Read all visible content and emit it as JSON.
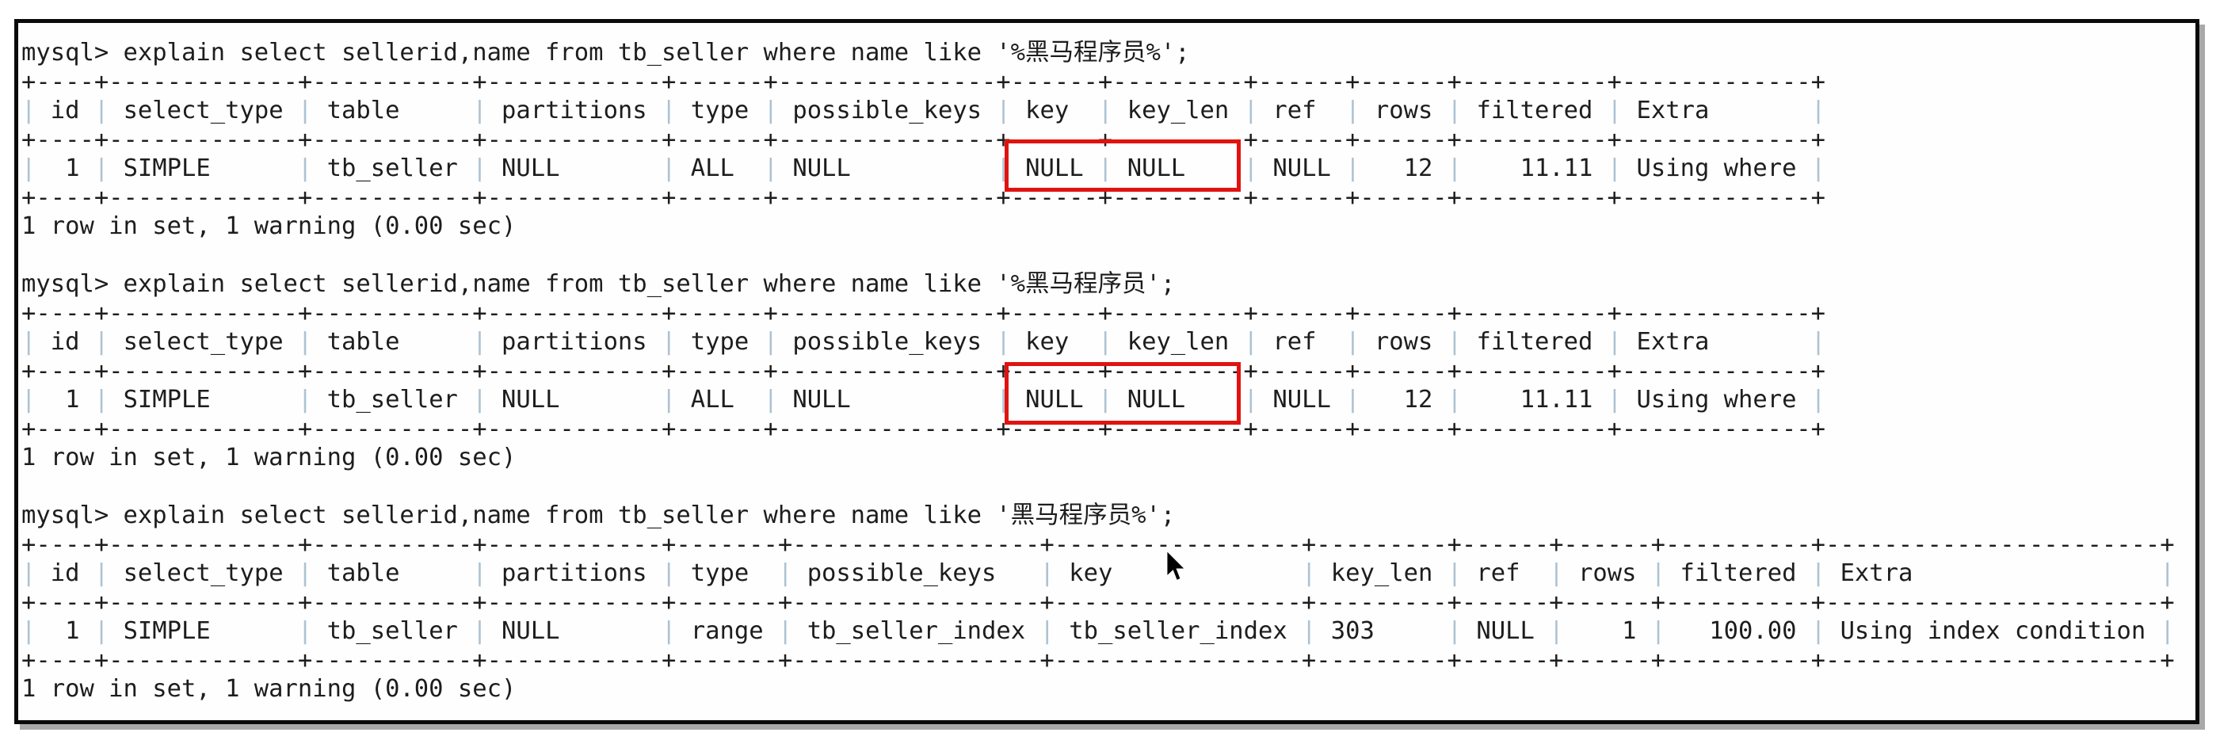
{
  "terminal": {
    "colors": {
      "text": "#1d1d1d",
      "pipe": "#aec2d2",
      "highlight": "#e01310",
      "frame_border": "#0a0a0a",
      "frame_shadow": "#a9a9a9"
    },
    "prompt": "mysql>",
    "blocks": [
      {
        "command": "mysql> explain select sellerid,name from tb_seller where name like '%黑马程序员%';",
        "result_summary": "1 row in set, 1 warning (0.00 sec)",
        "columns": [
          "id",
          "select_type",
          "table",
          "partitions",
          "type",
          "possible_keys",
          "key",
          "key_len",
          "ref",
          "rows",
          "filtered",
          "Extra"
        ],
        "row": [
          "1",
          "SIMPLE",
          "tb_seller",
          "NULL",
          "ALL",
          "NULL",
          "NULL",
          "NULL",
          "NULL",
          "12",
          "11.11",
          "Using where"
        ],
        "highlighted_cells": [
          "key",
          "key_len"
        ],
        "lines": [
          "+----+-------------+-----------+------------+------+---------------+------+---------+------+------+----------+-------------+",
          "| id | select_type | table     | partitions | type | possible_keys | key  | key_len | ref  | rows | filtered | Extra       |",
          "+----+-------------+-----------+------------+------+---------------+------+---------+------+------+----------+-------------+",
          "|  1 | SIMPLE      | tb_seller | NULL       | ALL  | NULL          | NULL | NULL    | NULL |   12 |    11.11 | Using where |",
          "+----+-------------+-----------+------------+------+---------------+------+---------+------+------+----------+-------------+"
        ]
      },
      {
        "command": "mysql> explain select sellerid,name from tb_seller where name like '%黑马程序员';",
        "result_summary": "1 row in set, 1 warning (0.00 sec)",
        "columns": [
          "id",
          "select_type",
          "table",
          "partitions",
          "type",
          "possible_keys",
          "key",
          "key_len",
          "ref",
          "rows",
          "filtered",
          "Extra"
        ],
        "row": [
          "1",
          "SIMPLE",
          "tb_seller",
          "NULL",
          "ALL",
          "NULL",
          "NULL",
          "NULL",
          "NULL",
          "12",
          "11.11",
          "Using where"
        ],
        "highlighted_cells": [
          "key",
          "key_len"
        ],
        "lines": [
          "+----+-------------+-----------+------------+------+---------------+------+---------+------+------+----------+-------------+",
          "| id | select_type | table     | partitions | type | possible_keys | key  | key_len | ref  | rows | filtered | Extra       |",
          "+----+-------------+-----------+------------+------+---------------+------+---------+------+------+----------+-------------+",
          "|  1 | SIMPLE      | tb_seller | NULL       | ALL  | NULL          | NULL | NULL    | NULL |   12 |    11.11 | Using where |",
          "+----+-------------+-----------+------------+------+---------------+------+---------+------+------+----------+-------------+"
        ]
      },
      {
        "command": "mysql> explain select sellerid,name from tb_seller where name like '黑马程序员%';",
        "result_summary": "1 row in set, 1 warning (0.00 sec)",
        "columns": [
          "id",
          "select_type",
          "table",
          "partitions",
          "type",
          "possible_keys",
          "key",
          "key_len",
          "ref",
          "rows",
          "filtered",
          "Extra"
        ],
        "row": [
          "1",
          "SIMPLE",
          "tb_seller",
          "NULL",
          "range",
          "tb_seller_index",
          "tb_seller_index",
          "303",
          "NULL",
          "1",
          "100.00",
          "Using index condition"
        ],
        "highlighted_cells": [],
        "lines": [
          "+----+-------------+-----------+------------+-------+-----------------+-----------------+---------+------+------+----------+-----------------------+",
          "| id | select_type | table     | partitions | type  | possible_keys   | key             | key_len | ref  | rows | filtered | Extra                 |",
          "+----+-------------+-----------+------------+-------+-----------------+-----------------+---------+------+------+----------+-----------------------+",
          "|  1 | SIMPLE      | tb_seller | NULL       | range | tb_seller_index | tb_seller_index | 303     | NULL |    1 |   100.00 | Using index condition |",
          "+----+-------------+-----------+------------+-------+-----------------+-----------------+---------+------+------+----------+-----------------------+"
        ]
      }
    ]
  }
}
